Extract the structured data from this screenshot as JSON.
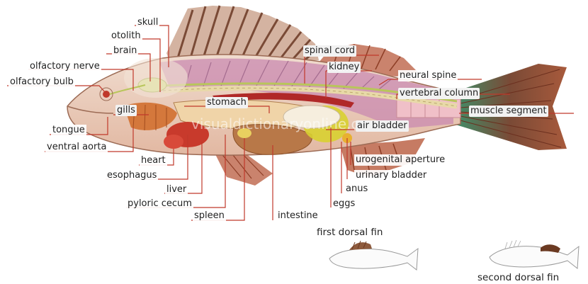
{
  "labels": {
    "skull": "skull",
    "otolith": "otolith",
    "brain": "brain",
    "olfactory_nerve": "olfactory nerve",
    "olfactory_bulb": "olfactory bulb",
    "gills": "gills",
    "stomach": "stomach",
    "tongue": "tongue",
    "ventral_aorta": "ventral aorta",
    "heart": "heart",
    "esophagus": "esophagus",
    "liver": "liver",
    "pyloric_cecum": "pyloric cecum",
    "spleen": "spleen",
    "intestine": "intestine",
    "eggs": "eggs",
    "anus": "anus",
    "urinary_bladder": "urinary bladder",
    "urogenital_aperture": "urogenital aperture",
    "air_bladder": "air bladder",
    "muscle_segment": "muscle segment",
    "vertebral_column": "vertebral column",
    "neural_spine": "neural spine",
    "kidney": "kidney",
    "spinal_cord": "spinal cord"
  },
  "watermark": "visualdictionaryonline.com",
  "insets": {
    "first_dorsal_fin": "first dorsal fin",
    "second_dorsal_fin": "second dorsal fin"
  },
  "colors": {
    "leader_line": "#c0392b",
    "body": "#e8c4b0",
    "muscle": "#c98ab0",
    "fin": "#b85a3c",
    "tail_green": "#3f8f6a"
  }
}
